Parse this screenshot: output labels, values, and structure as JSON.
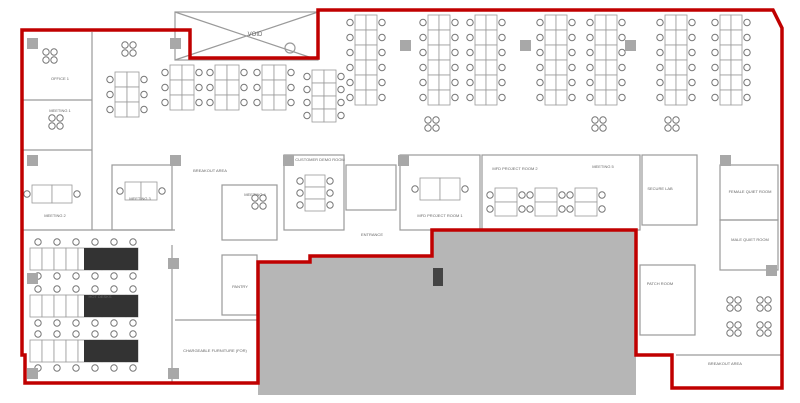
{
  "plan": {
    "boundary_color": "#c00000",
    "shaded_color": "#a9a9a9",
    "rooms": {
      "void": "VOID",
      "office1": "OFFICE 1",
      "meeting1": "MEETING 1",
      "meeting2": "MEETING 2",
      "meeting3": "MEETING 3",
      "meeting4": "MEETING 4",
      "meeting5": "MEETING 5",
      "breakout1": "BREAKOUT AREA",
      "customer_demo": "CUSTOMER DEMO ROOM",
      "entrance": "ENTRANCE",
      "pantry": "PANTRY",
      "chargeable": "CHARGEABLE FURNITURE (FOR)",
      "project1": "MFD PROJECT ROOM 1",
      "project2": "MFD PROJECT ROOM 2",
      "secure_lab": "SECURE LAB",
      "female_quiet": "FEMALE QUIET ROOM",
      "male_quiet": "MALE QUIET ROOM",
      "patch": "PATCH ROOM",
      "breakout2": "BREAKOUT AREA",
      "hot_desk": "HOT DESKS"
    }
  }
}
